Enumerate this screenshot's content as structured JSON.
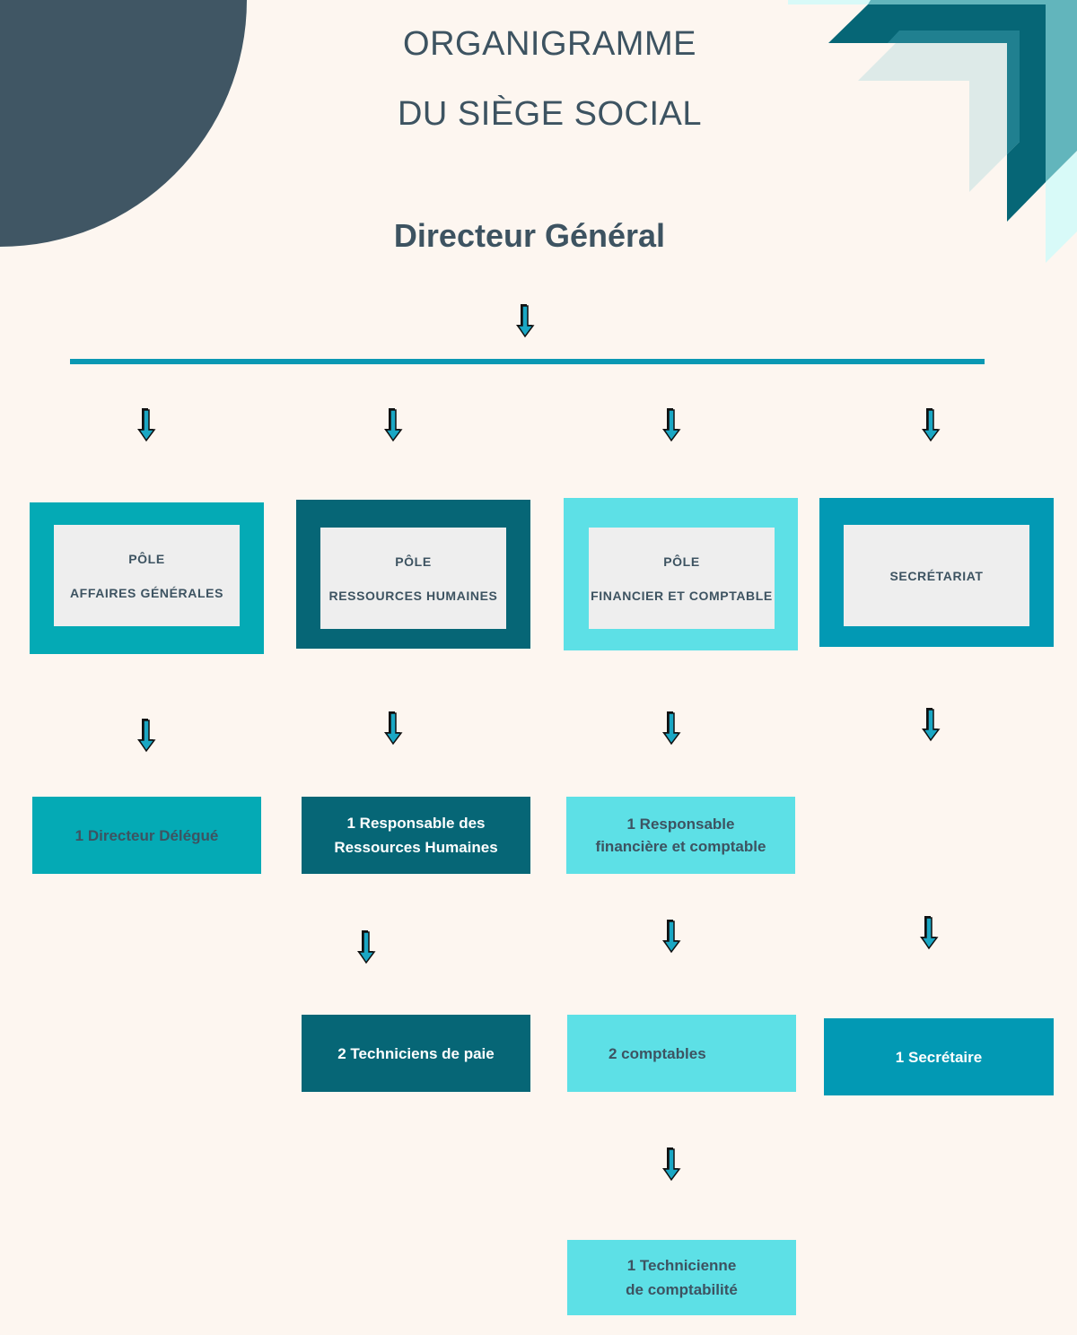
{
  "title": {
    "line1": "ORGANIGRAMME",
    "line2": "DU SIÈGE SOCIAL"
  },
  "top": {
    "label": "Directeur Général"
  },
  "poles": [
    {
      "line1": "PÔLE",
      "line2": "AFFAIRES GÉNÉRALES",
      "color": "#04aab5"
    },
    {
      "line1": "PÔLE",
      "line2": "RESSOURCES HUMAINES",
      "color": "#066676"
    },
    {
      "line1": "PÔLE",
      "line2": "FINANCIER ET COMPTABLE",
      "color": "#5de0e6"
    },
    {
      "line1": "SECRÉTARIAT",
      "color": "#0299b4"
    }
  ],
  "roles": {
    "directeur_delegue": "1 Directeur Délégué",
    "rh_line1": "1 Responsable des",
    "rh_line2": "Ressources Humaines",
    "fin_line1": "1 Responsable",
    "fin_line2": "financière et comptable",
    "techniciens_paie": "2 Techniciens de paie",
    "comptables": "2 comptables",
    "secretaire": "1 Secrétaire",
    "tech_line1": "1 Technicienne",
    "tech_line2": "de comptabilité"
  },
  "colors": {
    "bg": "#fdf6f0",
    "text": "#3d5361",
    "line": "#0a98b3",
    "arrow": "#1aa7c4"
  }
}
